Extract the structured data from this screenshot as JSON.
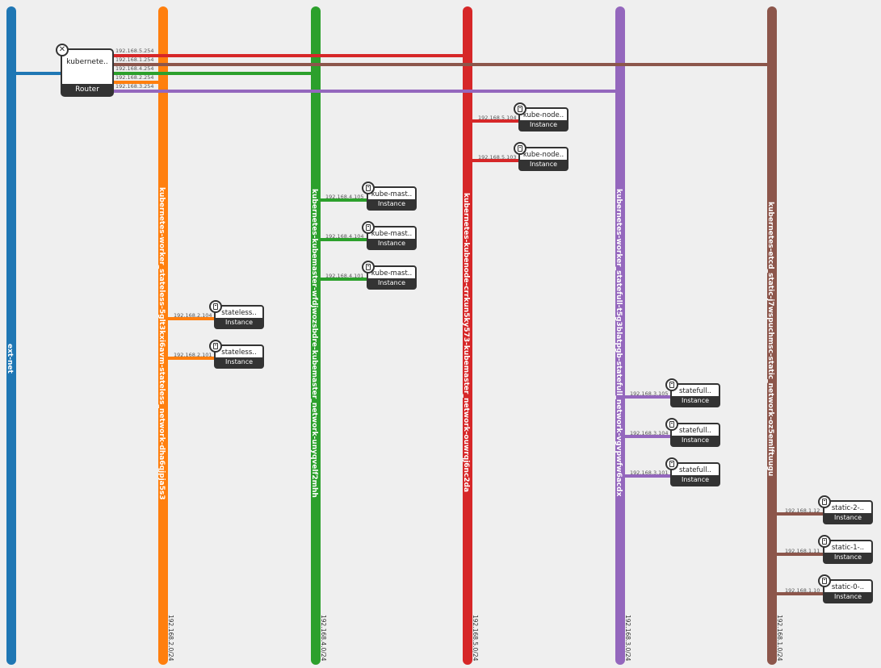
{
  "networks": [
    {
      "key": "ext",
      "name": "ext-net",
      "cidr": "",
      "color": "#1f77b4"
    },
    {
      "key": "n2",
      "name": "kubernetes-worker_stateless-5glt3kxi6avm-stateless_network-dha6qjpja5s3",
      "cidr": "192.168.2.0/24",
      "color": "#ff7f0e"
    },
    {
      "key": "n4",
      "name": "kubernetes-kubemaster-wfdjwozsbdre-kubemaster_network-unyqvelf2mhh",
      "cidr": "192.168.4.0/24",
      "color": "#2ca02c"
    },
    {
      "key": "n5",
      "name": "kubernetes-kubenode-crrkun5ky573-kubemaster_network-ouwrqj6nc2da",
      "cidr": "192.168.5.0/24",
      "color": "#d62728"
    },
    {
      "key": "n3",
      "name": "kubernetes-worker_statefull-t5g3blatpgb-statefull_network-vgvpwfw6acdx",
      "cidr": "192.168.3.0/24",
      "color": "#9467bd"
    },
    {
      "key": "n1",
      "name": "kubernetes-etcd_static-j7wspuchmsc-static_network-oz5emlftuugu",
      "cidr": "192.168.1.0/24",
      "color": "#8c564b"
    }
  ],
  "router": {
    "name": "kubernete..",
    "type": "Router",
    "icon": "router-icon",
    "interfaces": [
      {
        "ip": "192.168.5.254",
        "network": "n5"
      },
      {
        "ip": "192.168.1.254",
        "network": "n1"
      },
      {
        "ip": "192.168.4.254",
        "network": "n4"
      },
      {
        "ip": "192.168.2.254",
        "network": "n2"
      },
      {
        "ip": "192.168.3.254",
        "network": "n3"
      }
    ]
  },
  "instances": [
    {
      "name": "kube-node..",
      "type": "Instance",
      "ip": "192.168.5.104",
      "network": "n5",
      "icon": "server-icon"
    },
    {
      "name": "kube-node..",
      "type": "Instance",
      "ip": "192.168.5.103",
      "network": "n5",
      "icon": "server-icon"
    },
    {
      "name": "kube-mast..",
      "type": "Instance",
      "ip": "192.168.4.105",
      "network": "n4",
      "icon": "server-icon"
    },
    {
      "name": "kube-mast..",
      "type": "Instance",
      "ip": "192.168.4.104",
      "network": "n4",
      "icon": "server-icon"
    },
    {
      "name": "kube-mast..",
      "type": "Instance",
      "ip": "192.168.4.101",
      "network": "n4",
      "icon": "server-icon"
    },
    {
      "name": "stateless..",
      "type": "Instance",
      "ip": "192.168.2.104",
      "network": "n2",
      "icon": "server-icon"
    },
    {
      "name": "stateless..",
      "type": "Instance",
      "ip": "192.168.2.101",
      "network": "n2",
      "icon": "server-icon"
    },
    {
      "name": "statefull..",
      "type": "Instance",
      "ip": "192.168.3.105",
      "network": "n3",
      "icon": "server-icon"
    },
    {
      "name": "statefull..",
      "type": "Instance",
      "ip": "192.168.3.104",
      "network": "n3",
      "icon": "server-icon"
    },
    {
      "name": "statefull..",
      "type": "Instance",
      "ip": "192.168.3.101",
      "network": "n3",
      "icon": "server-icon"
    },
    {
      "name": "static-2-..",
      "type": "Instance",
      "ip": "192.168.1.12",
      "network": "n1",
      "icon": "server-icon"
    },
    {
      "name": "static-1-..",
      "type": "Instance",
      "ip": "192.168.1.11",
      "network": "n1",
      "icon": "server-icon"
    },
    {
      "name": "static-0-..",
      "type": "Instance",
      "ip": "192.168.1.10",
      "network": "n1",
      "icon": "server-icon"
    }
  ]
}
